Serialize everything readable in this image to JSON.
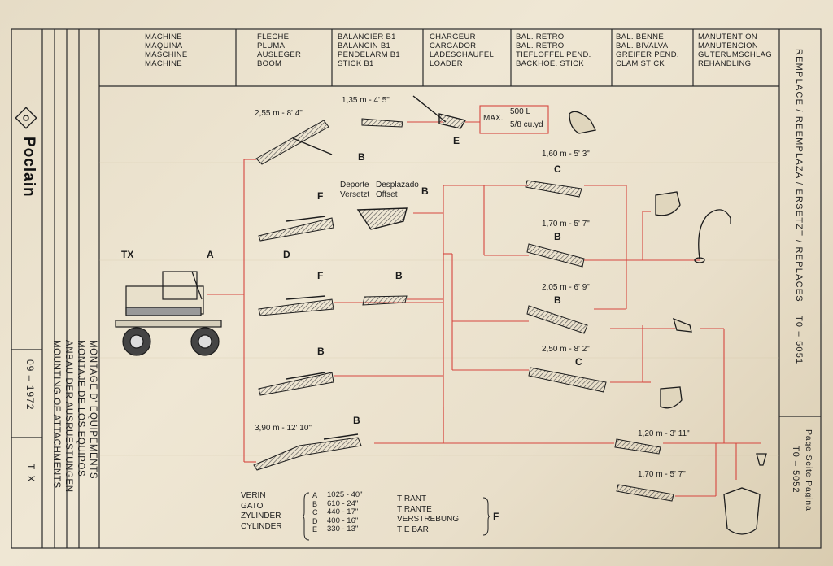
{
  "header": {
    "machine": [
      "MACHINE",
      "MAQUINA",
      "MASCHINE",
      "MACHINE"
    ],
    "fleche": [
      "FLECHE",
      "PLUMA",
      "AUSLEGER",
      "BOOM"
    ],
    "balancier": [
      "BALANCIER B1",
      "BALANCIN B1",
      "PENDELARM B1",
      "STICK B1"
    ],
    "chargeur": [
      "CHARGEUR",
      "CARGADOR",
      "LADESCHAUFEL",
      "LOADER"
    ],
    "bal_retro": [
      "BAL. RETRO",
      "BAL. RETRO",
      "TIEFLOFFEL PEND.",
      "BACKHOE. STICK"
    ],
    "bal_benne": [
      "BAL. BENNE",
      "BAL. BIVALVA",
      "GREIFER PEND.",
      "CLAM STICK"
    ],
    "manutention": [
      "MANUTENTION",
      "MANUTENCION",
      "GUTERUMSCHLAG",
      "REHANDLING"
    ]
  },
  "brand": "Poclain",
  "left_block": {
    "date": "09 – 1972",
    "titles": [
      "MONTAGE D' EQUIPEMENTS",
      "MONTAJE DE LOS EQUIPOS",
      "ANBAU DER AUSRUESTUNGEN",
      "MOUNTING OF ATTACHMENTS"
    ],
    "model": "T X"
  },
  "right_block": {
    "replace_text": "REMPLACE / REEMPLAZA / ERSETZT / REPLACES",
    "replace_ref": "T0 – 5051",
    "page_label": "Page  Seite  Pagina",
    "page_ref": "T0 – 5052"
  },
  "diagram": {
    "machine_label": "TX",
    "labels": {
      "A": "A",
      "B": "B",
      "C": "C",
      "D": "D",
      "E": "E",
      "F": "F"
    },
    "boom_top_len": "2,55 m - 8' 4\"",
    "stick_top_len": "1,35 m - 4' 5\"",
    "max_label": "MAX.",
    "max_values": [
      "500 L",
      "5/8 cu.yd"
    ],
    "offset_labels": [
      "Deporte",
      "Desplazado",
      "Versetzt",
      "Offset"
    ],
    "backhoe_lens": [
      "1,60 m - 5' 3\"",
      "1,70 m - 5' 7\"",
      "2,05 m - 6' 9\"",
      "2,50 m - 8' 2\""
    ],
    "boom_long_len": "3,90 m - 12' 10\"",
    "clam_lens": [
      "1,20 m - 3' 11\"",
      "1,70 m - 5' 7\""
    ]
  },
  "footer": {
    "cylinder_names": [
      "VERIN",
      "GATO",
      "ZYLINDER",
      "CYLINDER"
    ],
    "cylinder_letters": [
      "A",
      "B",
      "C",
      "D",
      "E"
    ],
    "cylinder_values": [
      "1025 - 40\"",
      "610 - 24\"",
      "440 - 17\"",
      "400 - 16\"",
      "330 - 13\""
    ],
    "tie_bar": [
      "TIRANT",
      "TIRANTE",
      "VERSTREBUNG",
      "TIE BAR"
    ],
    "tie_letter": "F"
  },
  "colors": {
    "line_red": "#d6463f",
    "ink": "#1d1d1d",
    "hatch": "#4a4a4a"
  }
}
